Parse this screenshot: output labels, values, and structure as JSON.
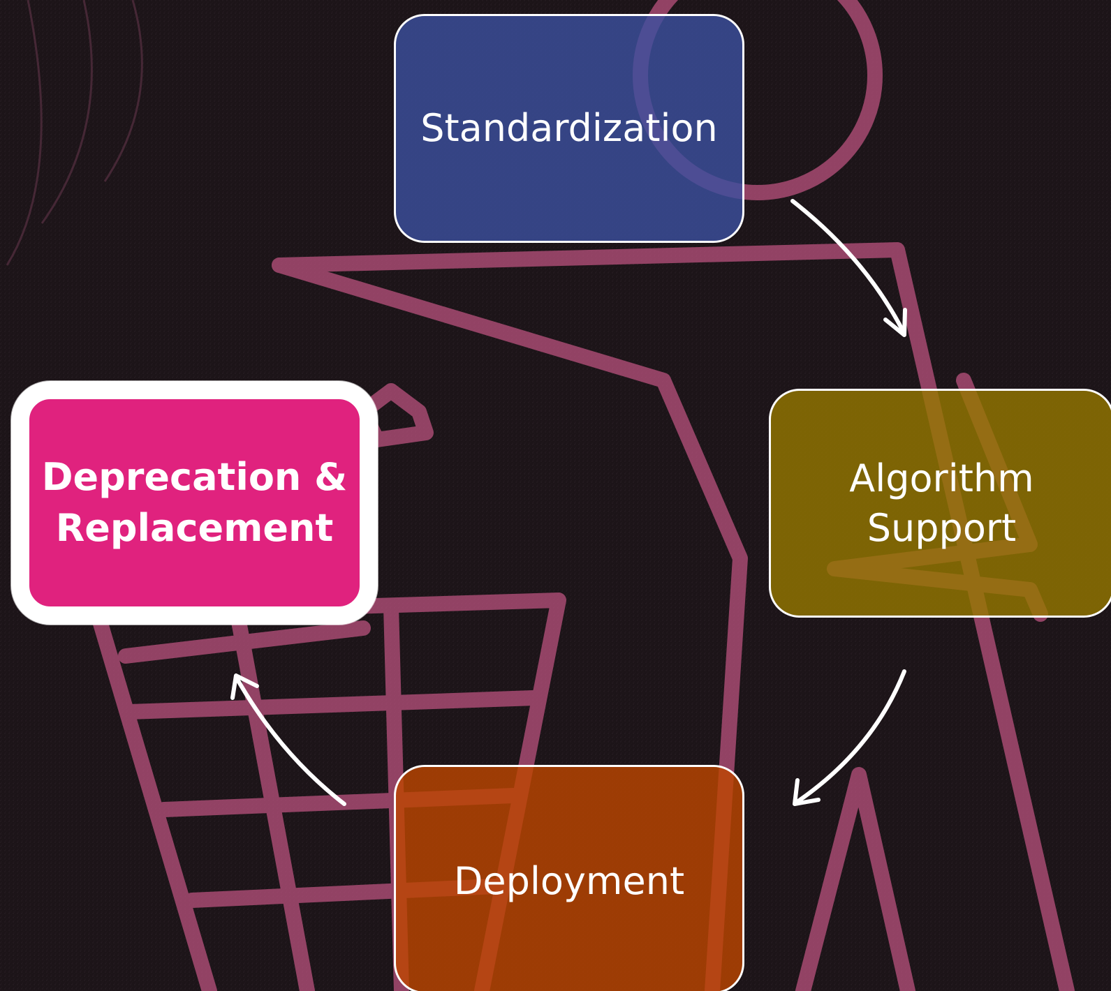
{
  "diagram": {
    "type": "cycle",
    "nodes": [
      {
        "id": "standardization",
        "label": "Standardization",
        "color": "#3c50a0"
      },
      {
        "id": "algorithm",
        "label": "Algorithm\nSupport",
        "color": "#967800"
      },
      {
        "id": "deployment",
        "label": "Deployment",
        "color": "#be4600"
      },
      {
        "id": "deprecation",
        "label": "Deprecation &\nReplacement",
        "color": "#e0227e",
        "highlighted": true
      }
    ],
    "edges": [
      {
        "from": "standardization",
        "to": "algorithm"
      },
      {
        "from": "algorithm",
        "to": "deployment"
      },
      {
        "from": "deployment",
        "to": "deprecation"
      }
    ],
    "background": {
      "description_icon": "trash-bin-chalk-icon",
      "base_color": "#1c1418",
      "line_color": "#b4507a"
    },
    "arrow_color": "#ffffff"
  }
}
